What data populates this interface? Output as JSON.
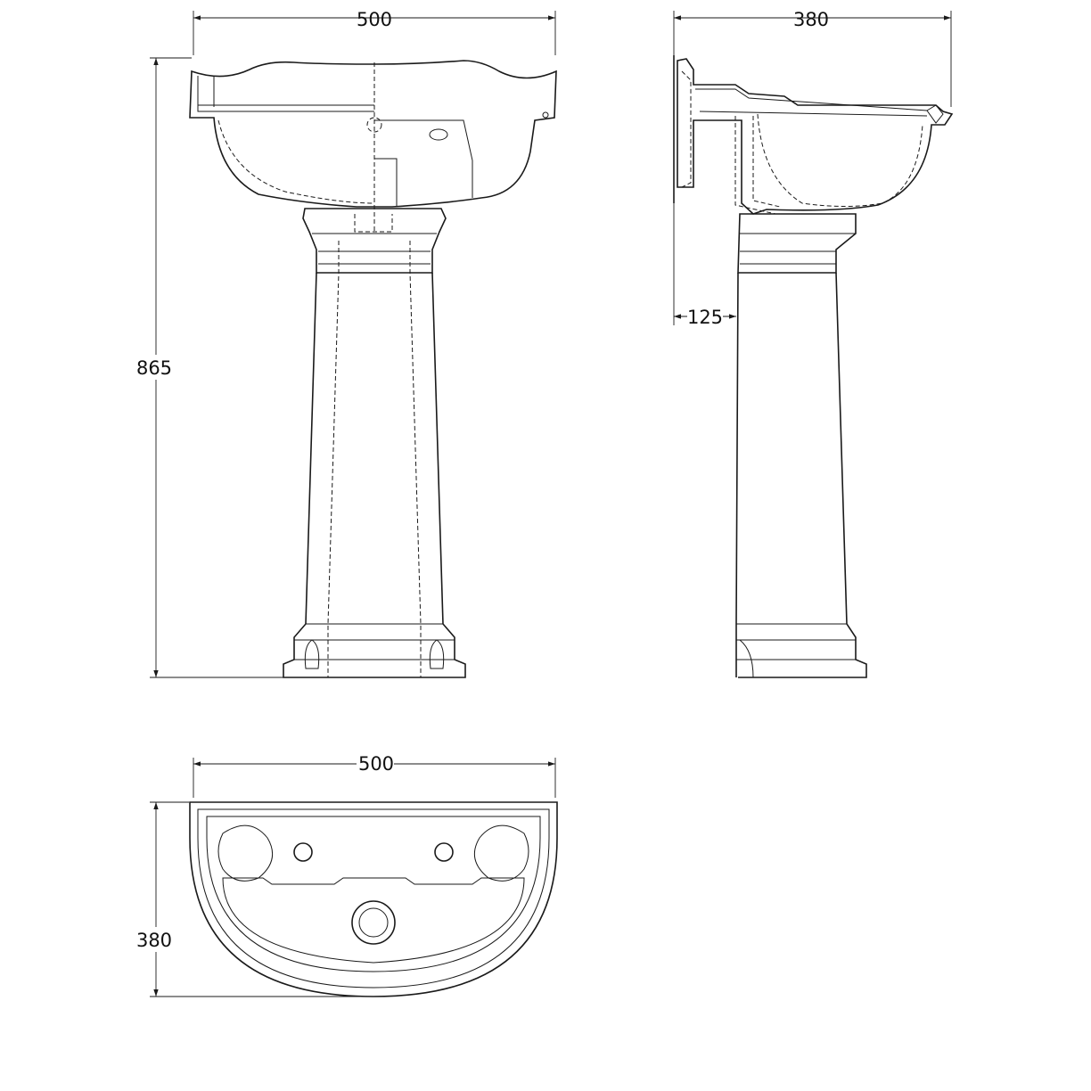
{
  "dimensions": {
    "front_width": "500",
    "side_depth": "380",
    "total_height": "865",
    "wall_offset": "125",
    "top_width": "500",
    "top_depth": "380"
  },
  "colors": {
    "line": "#1a1a1a",
    "background": "#ffffff"
  }
}
